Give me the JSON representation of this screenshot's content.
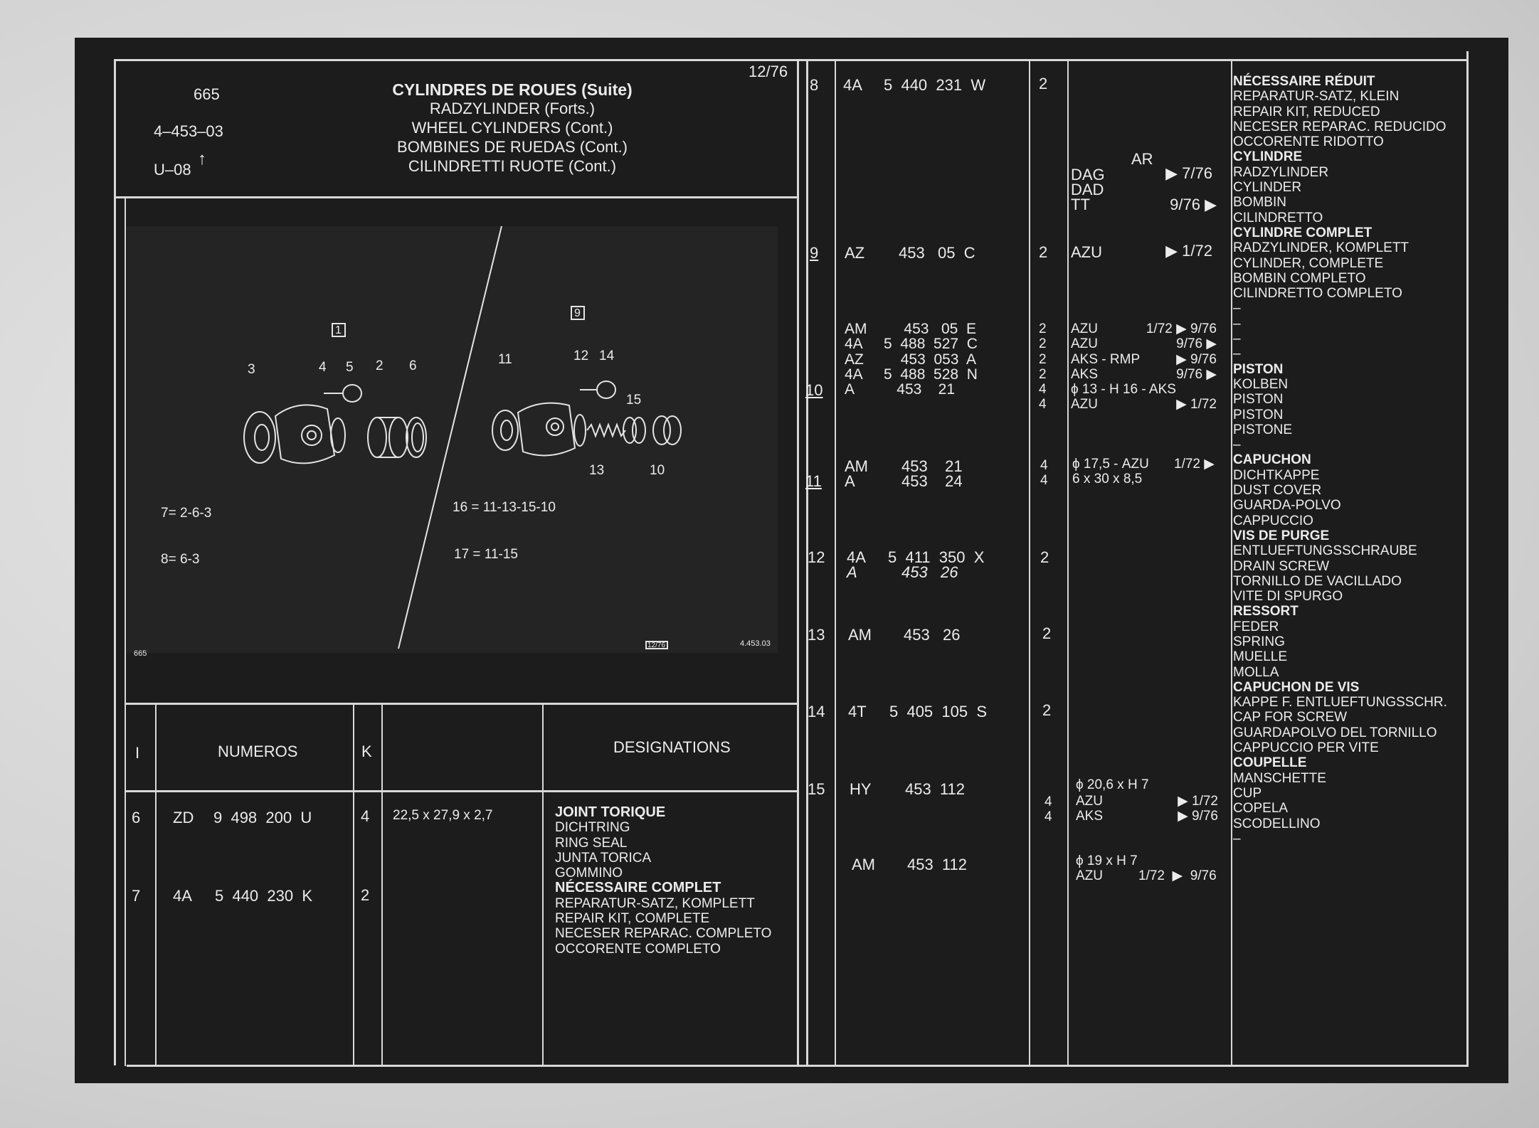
{
  "header": {
    "page_no": "665",
    "group_ref": "4–453–03",
    "series": "U–08",
    "date": "12/76",
    "titles": [
      "CYLINDRES DE ROUES (Suite)",
      "RADZYLINDER (Forts.)",
      "WHEEL CYLINDERS (Cont.)",
      "BOMBINES DE RUEDAS (Cont.)",
      "CILINDRETTI RUOTE (Cont.)"
    ]
  },
  "diagram": {
    "box_left": "1",
    "box_right": "9",
    "callouts_left": [
      "3",
      "4",
      "5",
      "2",
      "6"
    ],
    "callouts_right": [
      "11",
      "12",
      "14",
      "15",
      "13",
      "10"
    ],
    "formula_7": "7= 2-6-3",
    "formula_8": "8= 6-3",
    "formula_16": "16 = 11-13-15-10",
    "formula_17": "17 = 11-15",
    "footer_left": "665",
    "footer_mid": "12/76",
    "footer_right": "4.453.03"
  },
  "table_headers": {
    "col_i": "I",
    "col_numeros": "NUMEROS",
    "col_k": "K",
    "col_designations": "DESIGNATIONS"
  },
  "left_rows": [
    {
      "index": "6",
      "prefix": "ZD",
      "number": "9  498  200  U",
      "qty": "4",
      "note": "22,5 x 27,9 x 2,7",
      "designation": [
        "JOINT TORIQUE",
        "DICHTRING",
        "RING SEAL",
        "JUNTA TORICA",
        "GOMMINO"
      ]
    },
    {
      "index": "7",
      "prefix": "4A",
      "number": "5  440  230  K",
      "qty": "2",
      "note": "",
      "designation": [
        "NÉCESSAIRE COMPLET",
        "REPARATUR-SATZ, KOMPLETT",
        "REPAIR KIT, COMPLETE",
        "NECESER REPARAC. COMPLETO",
        "OCCORENTE COMPLETO"
      ]
    }
  ],
  "right": {
    "r8": {
      "index": "8",
      "code": "4A",
      "number": "5  440  231  W",
      "qty": "2",
      "ar_label": "AR",
      "app1": "DAG",
      "app1_date": "▶ 7/76",
      "app2": "DAD",
      "app3": "TT",
      "app3_date": "9/76 ▶",
      "des_a": [
        "NÉCESSAIRE RÉDUIT",
        "REPARATUR-SATZ, KLEIN",
        "REPAIR KIT, REDUCED",
        "NECESER REPARAC. REDUCIDO",
        "OCCORENTE RIDOTTO"
      ],
      "des_b": [
        "CYLINDRE",
        "RADZYLINDER",
        "CYLINDER",
        "BOMBIN",
        "CILINDRETTO"
      ]
    },
    "r9": {
      "index": "9",
      "code": "AZ",
      "number": "453   05  C",
      "qty": "2",
      "app": "AZU",
      "date": "▶ 1/72",
      "des": [
        "CYLINDRE COMPLET",
        "RADZYLINDER, KOMPLETT",
        "CYLINDER, COMPLETE",
        "BOMBIN COMPLETO",
        "CILINDRETTO COMPLETO"
      ]
    },
    "r9b": {
      "codes": [
        "AM",
        "4A",
        "AZ",
        "4A",
        "A"
      ],
      "numbers": [
        "453   05  E",
        "5  488  527  C",
        "453  053  A",
        "5  488  528  N",
        "453    21"
      ],
      "qtys": [
        "2",
        "2",
        "2",
        "2",
        "4",
        "4"
      ],
      "apps": [
        "AZU",
        "AZU",
        "AKS - RMP",
        "AKS",
        "ϕ 13 - H 16 - AKS",
        "AZU"
      ],
      "dates": [
        "1/72  ▶ 9/76",
        "9/76 ▶",
        "▶ 9/76",
        "9/76 ▶",
        "",
        "▶ 1/72"
      ],
      "dashes": [
        "–",
        "–",
        "–",
        "–"
      ]
    },
    "r10": {
      "index": "10",
      "des": [
        "PISTON",
        "KOLBEN",
        "PISTON",
        "PISTON",
        "PISTONE",
        "–"
      ]
    },
    "r11": {
      "index": "11",
      "codes": [
        "AM",
        "A"
      ],
      "numbers": [
        "453    21",
        "453    24"
      ],
      "qtys": [
        "4",
        "4"
      ],
      "apps": [
        "ϕ 17,5 - AZU",
        "6 x 30 x 8,5"
      ],
      "date": "1/72 ▶",
      "des": [
        "CAPUCHON",
        "DICHTKAPPE",
        "DUST COVER",
        "GUARDA-POLVO",
        "CAPPUCCIO"
      ]
    },
    "r12": {
      "index": "12",
      "codes": [
        "4A",
        "A"
      ],
      "numbers": [
        "5  411  350  X",
        "453   26"
      ],
      "qty": "2",
      "des": [
        "VIS DE PURGE",
        "ENTLUEFTUNGSSCHRAUBE",
        "DRAIN SCREW",
        "TORNILLO DE VACILLADO",
        "VITE DI SPURGO"
      ]
    },
    "r13": {
      "index": "13",
      "code": "AM",
      "number": "453   26",
      "qty": "2",
      "des": [
        "RESSORT",
        "FEDER",
        "SPRING",
        "MUELLE",
        "MOLLA"
      ]
    },
    "r14": {
      "index": "14",
      "code": "4T",
      "number": "5  405  105  S",
      "qty": "2",
      "des": [
        "CAPUCHON DE VIS",
        "KAPPE F. ENTLUEFTUNGSSCHR.",
        "CAP FOR SCREW",
        "GUARDAPOLVO DEL TORNILLO",
        "CAPPUCCIO PER VITE"
      ]
    },
    "r15": {
      "index": "15",
      "code": "HY",
      "number": "453  112",
      "qtys": [
        "4",
        "4"
      ],
      "apps": [
        "ϕ 20,6 x H 7",
        "AZU",
        "AKS"
      ],
      "dates": [
        "▶ 1/72",
        "▶ 9/76"
      ],
      "code2": "AM",
      "number2": "453  112",
      "apps2": [
        "ϕ 19 x H 7",
        "AZU"
      ],
      "date2": "1/72  ▶  9/76",
      "des": [
        "COUPELLE",
        "MANSCHETTE",
        "CUP",
        "COPELA",
        "SCODELLINO",
        "–"
      ]
    }
  },
  "colors": {
    "sheet": "#1c1c1c",
    "ink": "#ececec",
    "paper": "#d6d6d6"
  }
}
